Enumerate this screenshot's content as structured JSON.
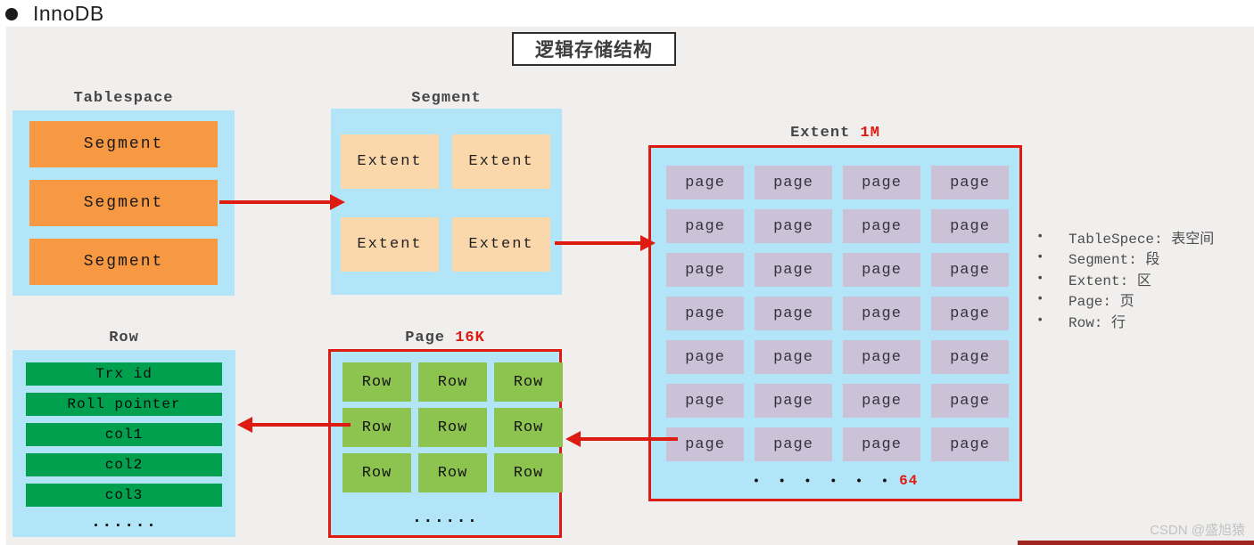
{
  "header": {
    "title": "InnoDB"
  },
  "diagram": {
    "title": "逻辑存储结构",
    "tablespace": {
      "label": "Tablespace",
      "segments": [
        "Segment",
        "Segment",
        "Segment"
      ]
    },
    "segment": {
      "label": "Segment",
      "extents": [
        "Extent",
        "Extent",
        "Extent",
        "Extent"
      ]
    },
    "extent": {
      "label": "Extent",
      "size": "1M",
      "pages": [
        "page",
        "page",
        "page",
        "page",
        "page",
        "page",
        "page",
        "page",
        "page",
        "page",
        "page",
        "page",
        "page",
        "page",
        "page",
        "page",
        "page",
        "page",
        "page",
        "page",
        "page",
        "page",
        "page",
        "page",
        "page",
        "page",
        "page",
        "page"
      ],
      "ellipsis": "• • • • • •",
      "count": "64"
    },
    "page": {
      "label": "Page",
      "size": "16K",
      "rows": [
        "Row",
        "Row",
        "Row",
        "Row",
        "Row",
        "Row",
        "Row",
        "Row",
        "Row"
      ],
      "ellipsis": "......"
    },
    "row": {
      "label": "Row",
      "fields": [
        "Trx id",
        "Roll pointer",
        "col1",
        "col2",
        "col3"
      ],
      "ellipsis": "......"
    },
    "legend": [
      "TableSpece: 表空间",
      "Segment: 段",
      "Extent: 区",
      "Page: 页",
      "Row: 行"
    ],
    "watermark": "CSDN @盛旭猿"
  },
  "colors": {
    "panel_bg": "#f0efee",
    "container_blue": "#b3e5f9",
    "segment_orange": "#f79843",
    "extent_peach": "#fbd7ac",
    "page_lavender": "#cbc2d8",
    "row_green": "#8dc450",
    "field_green": "#01a04e",
    "red_accent": "#dd1b10",
    "label_gray": "#454545"
  }
}
